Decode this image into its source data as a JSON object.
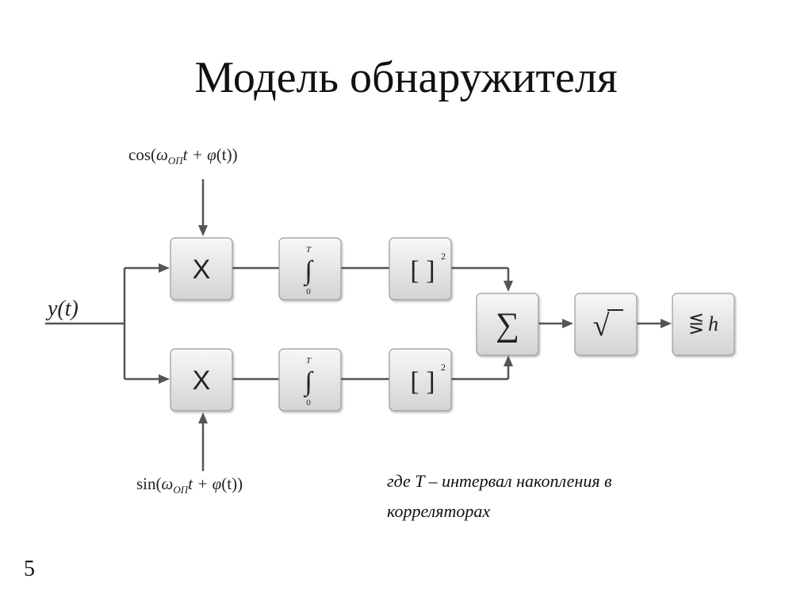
{
  "slide": {
    "title": "Модель обнаружителя",
    "page_number": "5"
  },
  "diagram": {
    "input_label": "y(t)",
    "reference_top": {
      "fn": "cos",
      "open": "(",
      "omega": "ω",
      "omega_sub": "ОП",
      "plus_t": "t + ",
      "phi": "φ",
      "arg": "(t))"
    },
    "reference_bottom": {
      "fn": "sin",
      "open": "(",
      "omega": "ω",
      "omega_sub": "ОП",
      "plus_t": "t + ",
      "phi": "φ",
      "arg": "(t))"
    },
    "multiplier_symbol": "X",
    "integrator": {
      "symbol": "∫",
      "upper": "T",
      "lower": "0"
    },
    "squarer": {
      "symbol": "[ ]",
      "power": "2"
    },
    "summer_symbol": "∑",
    "sqrt_symbol": "√",
    "threshold": {
      "symbol": "⋚",
      "var": "h"
    }
  },
  "note": {
    "line1": "где T – интервал накопления в",
    "line2": "корреляторах"
  }
}
